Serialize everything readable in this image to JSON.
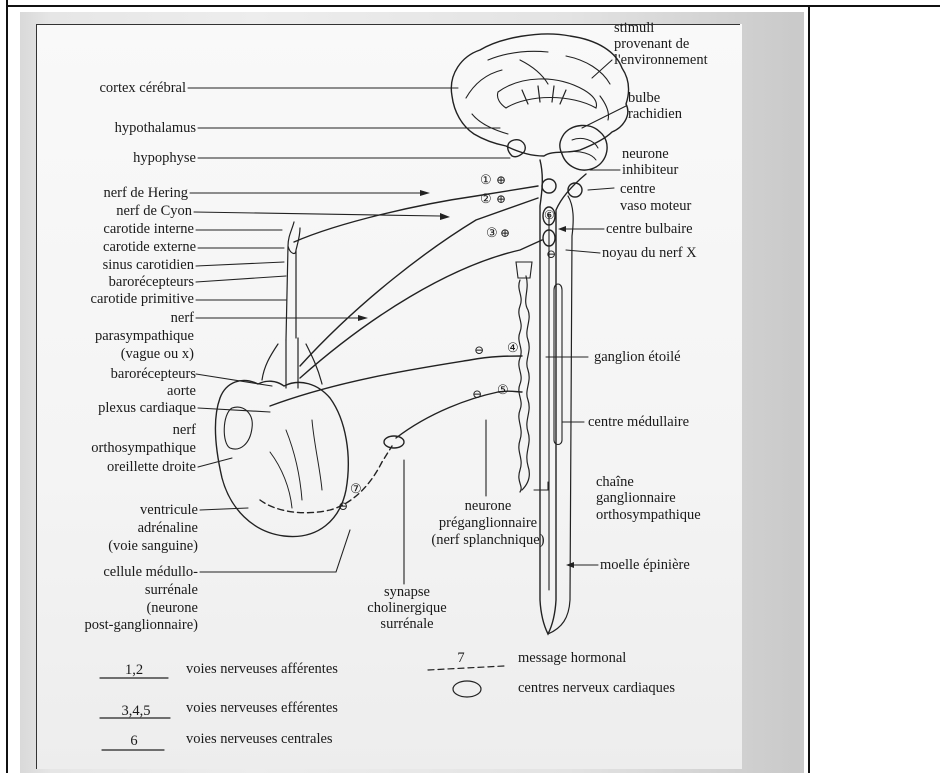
{
  "diagram": {
    "left_labels": [
      "cortex cérébral",
      "hypothalamus",
      "hypophyse",
      "nerf de Hering",
      "nerf de Cyon",
      "carotide interne",
      "carotide externe",
      "sinus carotidien",
      "barorécepteurs",
      "carotide primitive",
      "nerf",
      "parasympathique",
      "(vague ou x)",
      "barorécepteurs",
      "aorte",
      "plexus cardiaque",
      "nerf",
      "orthosympathique",
      "oreillette droite",
      "ventricule",
      "adrénaline",
      "(voie sanguine)",
      "cellule médullo-",
      "surrénale",
      "(neurone",
      "post-ganglionnaire)"
    ],
    "right_labels": {
      "stimuli": [
        "stimuli",
        "provenant de",
        "l'environnement"
      ],
      "bulbe": [
        "bulbe",
        "rachidien"
      ],
      "neurone_inhibiteur": [
        "neurone",
        "inhibiteur"
      ],
      "centre_vaso": [
        "centre",
        "vaso moteur"
      ],
      "centre_bulbaire": "centre bulbaire",
      "noyau": "noyau du nerf X",
      "ganglion": "ganglion étoilé",
      "medullaire": "centre médullaire",
      "chaine": [
        "chaîne",
        "ganglionnaire",
        "orthosympathique"
      ],
      "moelle": "moelle épinière"
    },
    "bottom_labels": {
      "neurone_pre": [
        "neurone",
        "préganglionnaire",
        "(nerf splanchnique)"
      ],
      "synapse": [
        "synapse",
        "cholinergique",
        "surrénale"
      ]
    },
    "markers": [
      "①",
      "②",
      "③",
      "④",
      "⑤",
      "⑥",
      "⑦"
    ],
    "signs": [
      "⊕",
      "⊖"
    ]
  },
  "legend": {
    "afferent_code": "1,2",
    "afferent_text": "voies nerveuses afférentes",
    "efferent_code": "3,4,5",
    "efferent_text": "voies nerveuses efférentes",
    "central_code": "6",
    "central_text": "voies nerveuses centrales",
    "hormonal_code": "7",
    "hormonal_text": "message hormonal",
    "centres_text": "centres nerveux cardiaques"
  }
}
